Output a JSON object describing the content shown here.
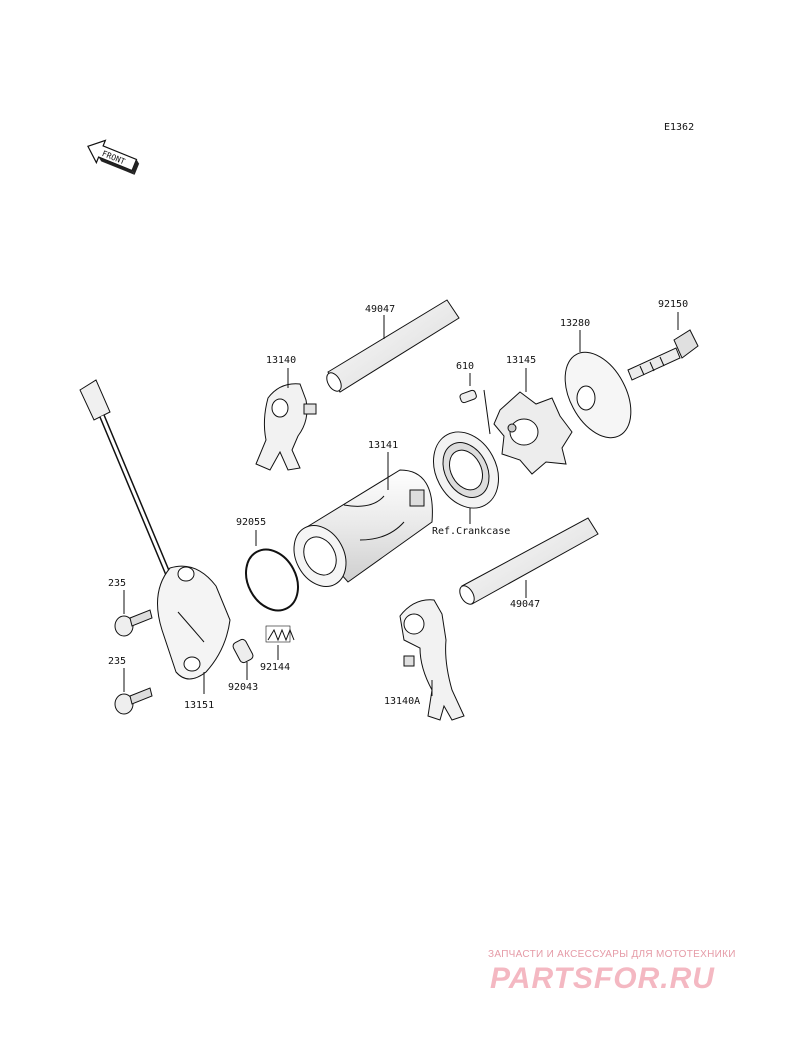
{
  "diagram_code": "E1362",
  "front_label": "FRONT",
  "parts": {
    "p49047_top": "49047",
    "p13140": "13140",
    "p610": "610",
    "p13145": "13145",
    "p13280": "13280",
    "p92150": "92150",
    "p13141": "13141",
    "ref_crankcase": "Ref.Crankcase",
    "p92055": "92055",
    "p49047_bottom": "49047",
    "p235_top": "235",
    "p235_bottom": "235",
    "p92144": "92144",
    "p92043": "92043",
    "p13151": "13151",
    "p13140A": "13140A"
  },
  "watermark": {
    "tagline": "ЗАПЧАСТИ И АКСЕССУАРЫ ДЛЯ МОТОТЕХНИКИ",
    "brand": "PARTSFOR.RU"
  },
  "colors": {
    "line": "#111111",
    "watermark": "#f4b8c2"
  }
}
